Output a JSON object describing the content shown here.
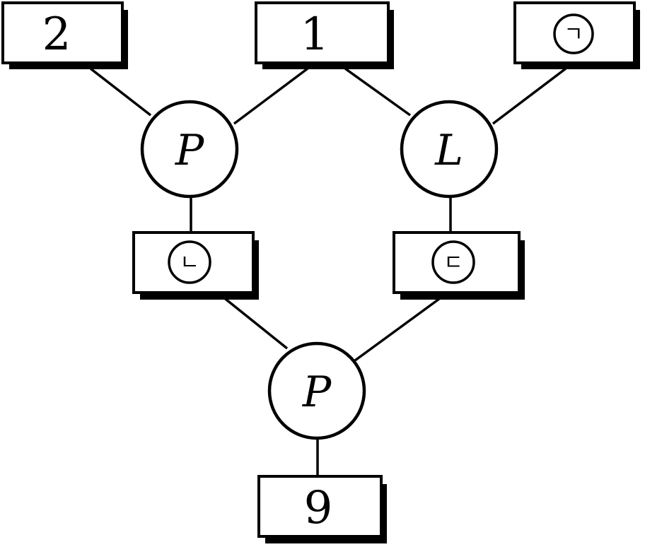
{
  "diagram": {
    "boxes": {
      "top_left": "2",
      "top_middle": "1",
      "top_right": "ㄱ",
      "middle_left": "ㄴ",
      "middle_right": "ㄷ",
      "bottom": "9"
    },
    "operators": {
      "upper_left": "P",
      "upper_right": "L",
      "lower": "P"
    }
  }
}
